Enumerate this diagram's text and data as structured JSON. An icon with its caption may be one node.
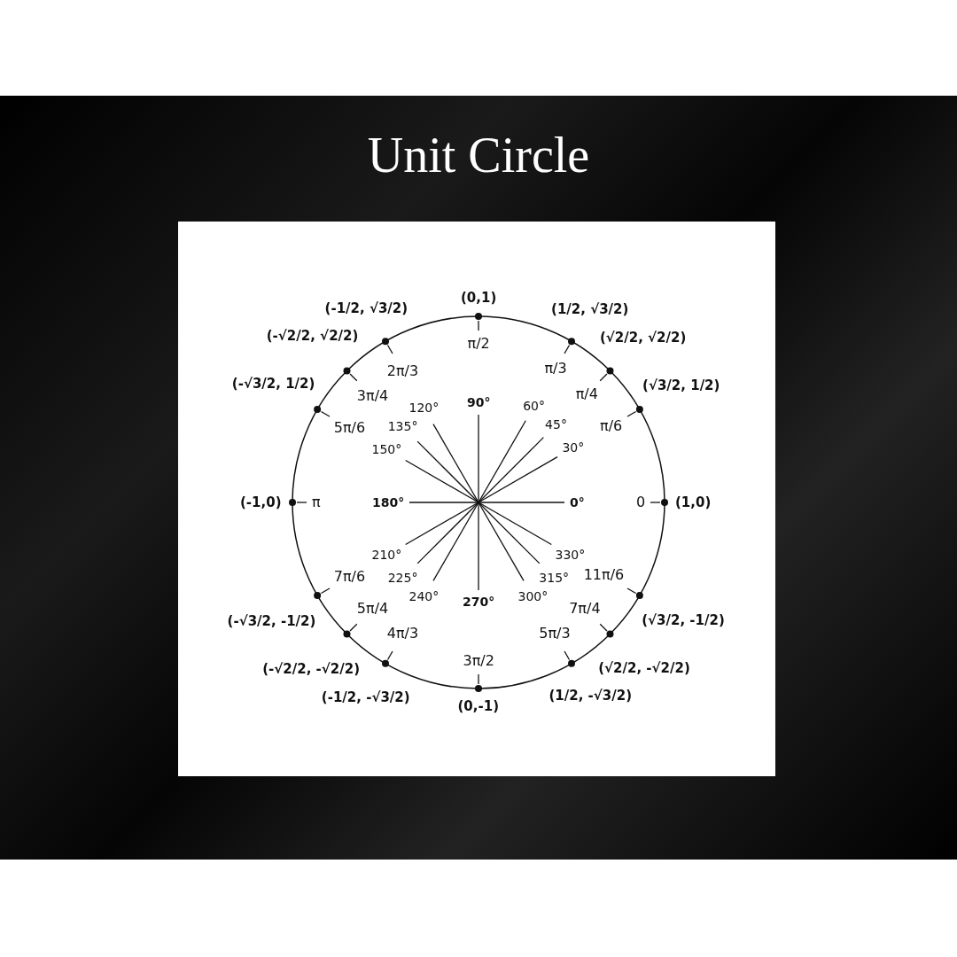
{
  "diagram": {
    "title": "Unit Circle",
    "labels": [
      "(1,0)",
      "0",
      "0°",
      "(√3/2, 1/2)",
      "π/6",
      "30°",
      "(√2/2, √2/2)",
      "π/4",
      "45°",
      "(1/2, √3/2)",
      "π/3",
      "60°",
      "(0,1)",
      "π/2",
      "90°",
      "(-1/2, √3/2)",
      "2π/3",
      "120°",
      "(-√2/2, √2/2)",
      "3π/4",
      "135°",
      "(-√3/2, 1/2)",
      "5π/6",
      "150°",
      "(-1,0)",
      "π",
      "180°",
      "(-√3/2, -1/2)",
      "7π/6",
      "210°",
      "(-√2/2, -√2/2)",
      "5π/4",
      "225°",
      "(-1/2, -√3/2)",
      "4π/3",
      "240°",
      "(0,-1)",
      "3π/2",
      "270°",
      "(1/2, -√3/2)",
      "5π/3",
      "300°",
      "(√2/2, -√2/2)",
      "7π/4",
      "315°",
      "(√3/2, -1/2)",
      "11π/6",
      "330°"
    ]
  }
}
